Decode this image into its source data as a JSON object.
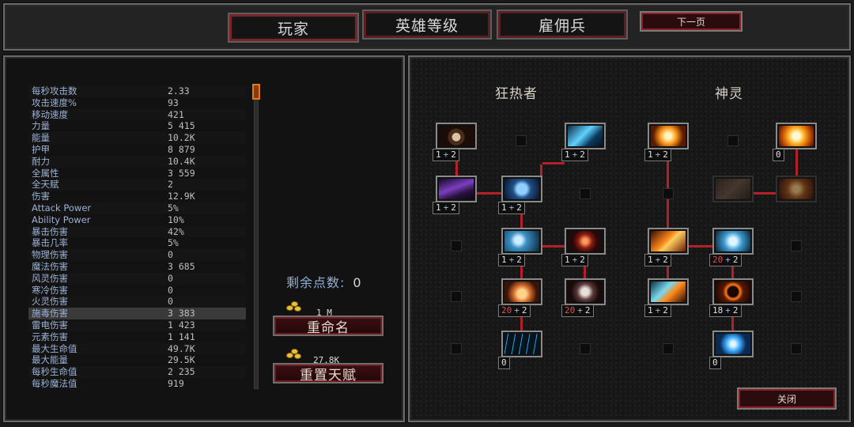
{
  "tabs": [
    {
      "label": "玩家",
      "active": true
    },
    {
      "label": "英雄等级",
      "active": false
    },
    {
      "label": "雇佣兵",
      "active": false
    }
  ],
  "next_page_label": "下一页",
  "close_label": "关闭",
  "stats": [
    {
      "label": "每秒攻击数",
      "value": "2.33"
    },
    {
      "label": "攻击速度%",
      "value": "93"
    },
    {
      "label": "移动速度",
      "value": "421"
    },
    {
      "label": "力量",
      "value": "5 415"
    },
    {
      "label": "能量",
      "value": "10.2K"
    },
    {
      "label": "护甲",
      "value": "8 879"
    },
    {
      "label": "耐力",
      "value": "10.4K"
    },
    {
      "label": "全属性",
      "value": "3 559"
    },
    {
      "label": "全天赋",
      "value": "2"
    },
    {
      "label": "伤害",
      "value": "12.9K"
    },
    {
      "label": "Attack Power",
      "value": "5%"
    },
    {
      "label": "Ability Power",
      "value": "10%"
    },
    {
      "label": "暴击伤害",
      "value": "42%"
    },
    {
      "label": "暴击几率",
      "value": "5%"
    },
    {
      "label": "物理伤害",
      "value": "0"
    },
    {
      "label": "魔法伤害",
      "value": "3 685"
    },
    {
      "label": "风灵伤害",
      "value": "0"
    },
    {
      "label": "寒冷伤害",
      "value": "0"
    },
    {
      "label": "火灵伤害",
      "value": "0"
    },
    {
      "label": "施毒伤害",
      "value": "3 383",
      "highlight": true
    },
    {
      "label": "雷电伤害",
      "value": "1 423"
    },
    {
      "label": "元素伤害",
      "value": "1 141"
    },
    {
      "label": "最大生命值",
      "value": "49.7K"
    },
    {
      "label": "最大能量",
      "value": "29.5K"
    },
    {
      "label": "每秒生命值",
      "value": "2 235"
    },
    {
      "label": "每秒魔法值",
      "value": "919"
    }
  ],
  "remaining_points": {
    "label": "剩余点数:",
    "value": "0"
  },
  "rename": {
    "cost": "1 M",
    "label": "重命名"
  },
  "reset": {
    "cost": "27.8K",
    "label": "重置天赋"
  },
  "trees": [
    {
      "title": "狂热者"
    },
    {
      "title": "神灵"
    }
  ],
  "talents": [
    {
      "id": "z1",
      "icon": "skull-fire-icon",
      "base": "1",
      "bonus": "2",
      "bonus_red": false
    },
    {
      "id": "z2",
      "icon": "ice-shards-icon",
      "base": "1",
      "bonus": "2",
      "bonus_red": false
    },
    {
      "id": "z3",
      "icon": "shadow-dragon-icon",
      "base": "1",
      "bonus": "2",
      "bonus_red": false
    },
    {
      "id": "z4",
      "icon": "ghost-spirit-icon",
      "base": "1",
      "bonus": "2",
      "bonus_red": false
    },
    {
      "id": "z5",
      "icon": "frost-wolf-icon",
      "base": "1",
      "bonus": "2",
      "bonus_red": false
    },
    {
      "id": "z6",
      "icon": "blood-burst-icon",
      "base": "1",
      "bonus": "2",
      "bonus_red": false
    },
    {
      "id": "z7",
      "icon": "blessing-fire-icon",
      "base": "20",
      "bonus": "2",
      "bonus_red": true
    },
    {
      "id": "z8",
      "icon": "bone-spider-icon",
      "base": "20",
      "bonus": "2",
      "bonus_red": true
    },
    {
      "id": "z9",
      "icon": "ice-rain-icon",
      "base": "0",
      "bonus": null,
      "bonus_red": false
    },
    {
      "id": "d1",
      "icon": "holy-cross-icon",
      "base": "1",
      "bonus": "2",
      "bonus_red": false
    },
    {
      "id": "d2",
      "icon": "sun-burst-icon",
      "base": "0",
      "bonus": null,
      "bonus_red": false
    },
    {
      "id": "d3",
      "icon": "fire-blast-icon",
      "base": "1",
      "bonus": "2",
      "bonus_red": false
    },
    {
      "id": "d4",
      "icon": "bone-crystal-icon",
      "base": "20",
      "bonus": "2",
      "bonus_red": true
    },
    {
      "id": "d5",
      "icon": "fire-arrow-icon",
      "base": "1",
      "bonus": "2",
      "bonus_red": false
    },
    {
      "id": "d6",
      "icon": "flame-ring-icon",
      "base": "18",
      "bonus": "2",
      "bonus_red": false
    },
    {
      "id": "d7",
      "icon": "energy-orb-icon",
      "base": "0",
      "bonus": null,
      "bonus_red": false
    },
    {
      "id": "d8",
      "icon": "cross-shield-icon",
      "base": null,
      "bonus": null,
      "bonus_red": false
    },
    {
      "id": "d9",
      "icon": "flame-pillar-icon",
      "base": null,
      "bonus": null,
      "bonus_red": false
    }
  ],
  "colors": {
    "accent_red": "#b3202a",
    "label_blue": "#9bb2d6",
    "scroll_orange": "#e07a1e"
  }
}
